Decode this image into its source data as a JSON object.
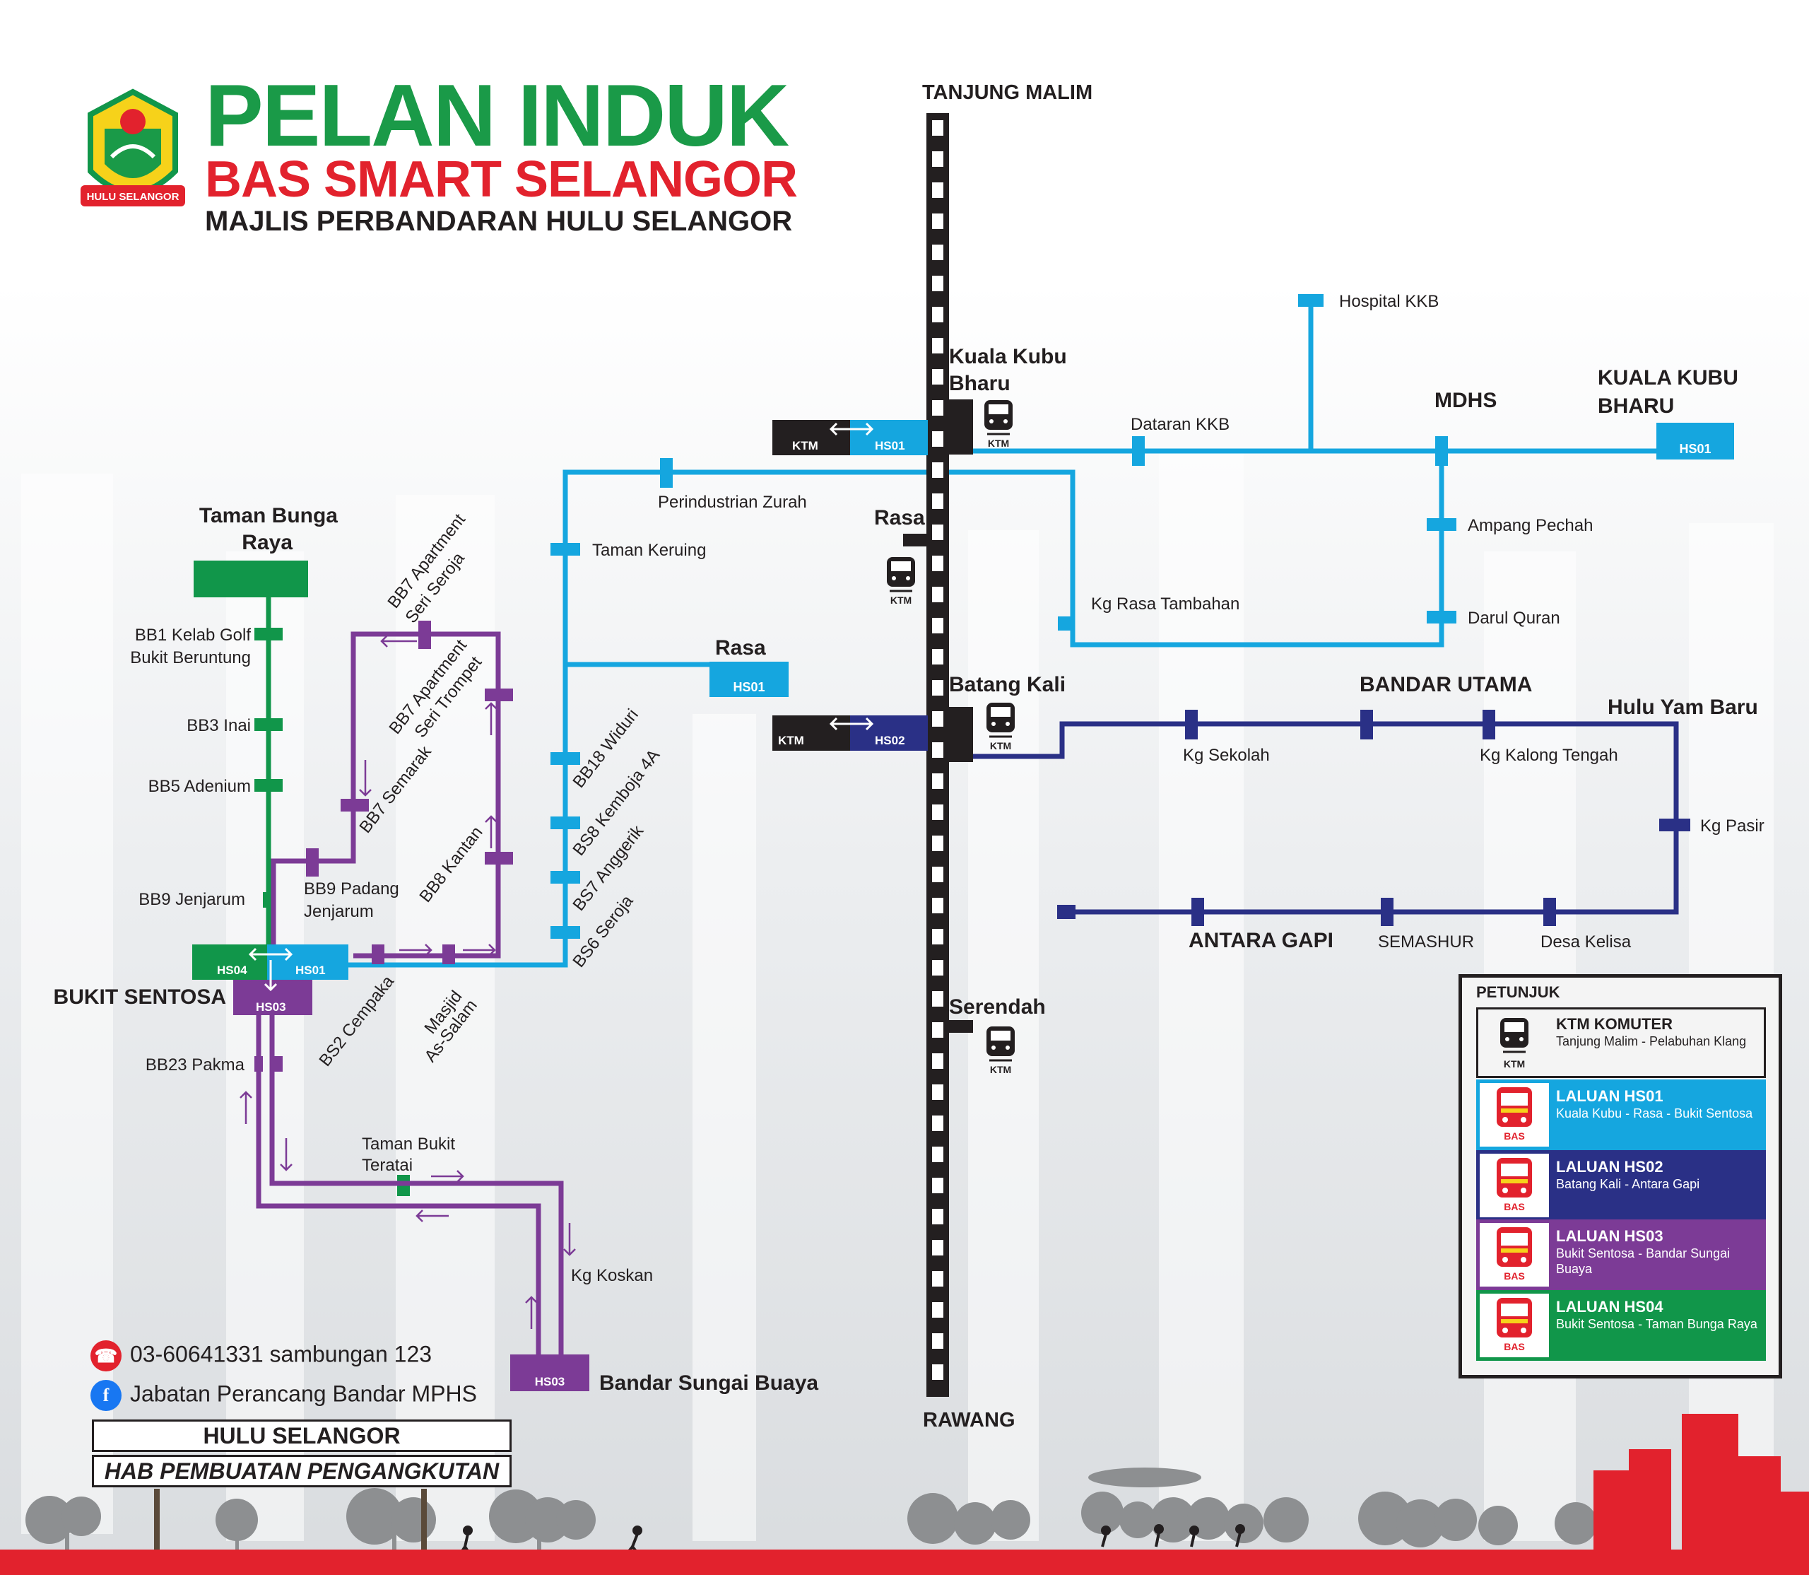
{
  "header": {
    "title_line1": "PELAN INDUK",
    "title_line2": "BAS SMART SELANGOR",
    "title_line3": "MAJLIS PERBANDARAN HULU SELANGOR",
    "logo_text": "HULU SELANGOR"
  },
  "rail": {
    "north_end": "TANJUNG MALIM",
    "south_end": "RAWANG",
    "stations": [
      "Kuala Kubu Bharu",
      "Rasa",
      "Batang Kali",
      "Serendah"
    ],
    "icon_label": "KTM"
  },
  "route_codes": {
    "hs01": "HS01",
    "hs02": "HS02",
    "hs03": "HS03",
    "hs04": "HS04",
    "ktm": "KTM"
  },
  "hs01": {
    "stops": [
      "Hospital KKB",
      "Dataran KKB",
      "MDHS",
      "KUALA KUBU BHARU",
      "Ampang Pechah",
      "Darul Quran",
      "Kg Rasa Tambahan",
      "Perindustrian Zurah",
      "Taman Keruing",
      "Rasa",
      "BB18 Widuri",
      "BS8 Kemboja 4A",
      "BS7 Anggerik",
      "BS6 Seroja"
    ]
  },
  "hs02": {
    "stops": [
      "Kg Sekolah",
      "BANDAR UTAMA",
      "Kg Kalong Tengah",
      "Hulu Yam Baru",
      "Kg Pasir",
      "ANTARA GAPI",
      "SEMASHUR",
      "Desa Kelisa"
    ]
  },
  "hs04": {
    "stops": [
      "Taman Bunga Raya",
      "BB1 Kelab Golf",
      "Bukit Beruntung",
      "BB3 Inai",
      "BB5 Adenium",
      "BB9 Jenjarum"
    ]
  },
  "hs03": {
    "stops": [
      "BB9 Padang",
      "Jenjarum",
      "BB7 Apartment",
      "Seri Seroja",
      "BB7 Apartment",
      "Seri Trompet",
      "BB7 Semarak",
      "BB8 Kantan",
      "BS2 Cempaka",
      "Masjid",
      "As-Salam",
      "BB23 Pakma",
      "Taman Bukit",
      "Teratai",
      "Kg Koskan",
      "Bandar Sungai Buaya"
    ]
  },
  "hub": "BUKIT SENTOSA",
  "legend": {
    "title": "PETUNJUK",
    "items": [
      {
        "name": "KTM KOMUTER",
        "desc": "Tanjung Malim - Pelabuhan Klang",
        "color": "#f4f4f4",
        "text_color": "#231f20",
        "icon_label": "KTM"
      },
      {
        "name": "LALUAN HS01",
        "desc": "Kuala Kubu - Rasa - Bukit Sentosa",
        "color": "#15a6df",
        "text_color": "#ffffff",
        "icon_label": "BAS"
      },
      {
        "name": "LALUAN HS02",
        "desc": "Batang Kali - Antara Gapi",
        "color": "#2a3086",
        "text_color": "#ffffff",
        "icon_label": "BAS"
      },
      {
        "name": "LALUAN HS03",
        "desc": "Bukit Sentosa - Bandar Sungai Buaya",
        "color": "#7c3b96",
        "text_color": "#ffffff",
        "icon_label": "BAS"
      },
      {
        "name": "LALUAN HS04",
        "desc": "Bukit Sentosa - Taman Bunga Raya",
        "color": "#11964a",
        "text_color": "#ffffff",
        "icon_label": "BAS"
      }
    ]
  },
  "contact": {
    "phone": "03-60641331 sambungan 123",
    "facebook": "Jabatan Perancang Bandar MPHS"
  },
  "sign": {
    "line1": "HULU SELANGOR",
    "line2": "HAB PEMBUATAN PENGANGKUTAN"
  },
  "colors": {
    "hs01": "#15a6df",
    "hs02": "#2a3086",
    "hs03": "#7c3b96",
    "hs04": "#11964a",
    "rail": "#231f20",
    "brand_red": "#e2222d"
  }
}
